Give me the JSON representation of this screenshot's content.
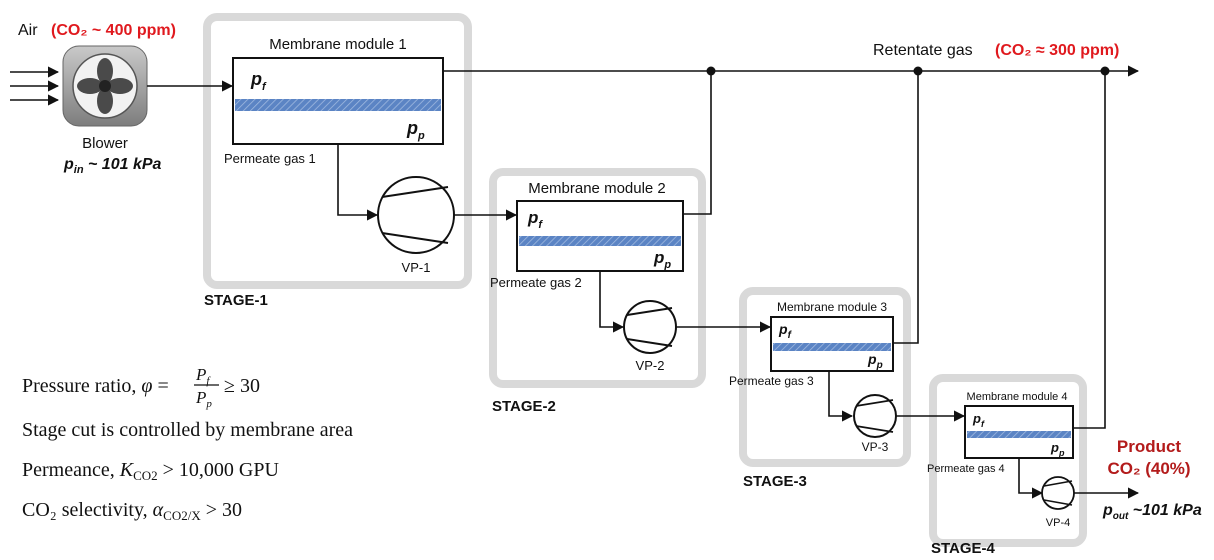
{
  "inlet": {
    "air": "Air",
    "air_co2": "(CO₂ ~ 400 ppm)",
    "blower": "Blower",
    "p_in_sym": "p",
    "p_in_sub": "in",
    "p_in_val": " ~ 101 kPa"
  },
  "retentate": {
    "label": "Retentate gas",
    "co2": "(CO₂ ≈ 300 ppm)"
  },
  "pressures": {
    "pf": "p",
    "pf_sub": "f",
    "pp": "p",
    "pp_sub": "p"
  },
  "modules": [
    {
      "title": "Membrane module 1",
      "permeate": "Permeate gas 1",
      "pump": "VP-1",
      "stage": "STAGE-1"
    },
    {
      "title": "Membrane module 2",
      "permeate": "Permeate gas 2",
      "pump": "VP-2",
      "stage": "STAGE-2"
    },
    {
      "title": "Membrane module 3",
      "permeate": "Permeate gas 3",
      "pump": "VP-3",
      "stage": "STAGE-3"
    },
    {
      "title": "Membrane module 4",
      "permeate": "Permeate gas 4",
      "pump": "VP-4",
      "stage": "STAGE-4"
    }
  ],
  "product": {
    "line1": "Product",
    "line2": "CO₂ (40%)",
    "p_out_sym": "p",
    "p_out_sub": "out",
    "p_out_val": " ~101 kPa"
  },
  "notes": {
    "pressure_ratio_prefix": "Pressure ratio, ",
    "pressure_ratio_phi": "φ",
    "pressure_ratio_eq": " =",
    "pressure_ratio_num": "P",
    "pressure_ratio_num_sub": "f",
    "pressure_ratio_den": "P",
    "pressure_ratio_den_sub": "p",
    "pressure_ratio_suffix": "≥ 30",
    "stage_cut": "Stage cut is controlled by membrane area",
    "permeance_prefix": "Permeance, ",
    "permeance_sym": "K",
    "permeance_sub": "CO2",
    "permeance_suffix": " > 10,000 GPU",
    "selectivity_prefix": "CO₂ selectivity, ",
    "selectivity_sym": "α",
    "selectivity_sub": "CO2/X",
    "selectivity_suffix": " > 30"
  },
  "colors": {
    "membrane": "#5b84c4",
    "emphasis": "#e0191e",
    "stage_frame": "#d9d9d9"
  }
}
